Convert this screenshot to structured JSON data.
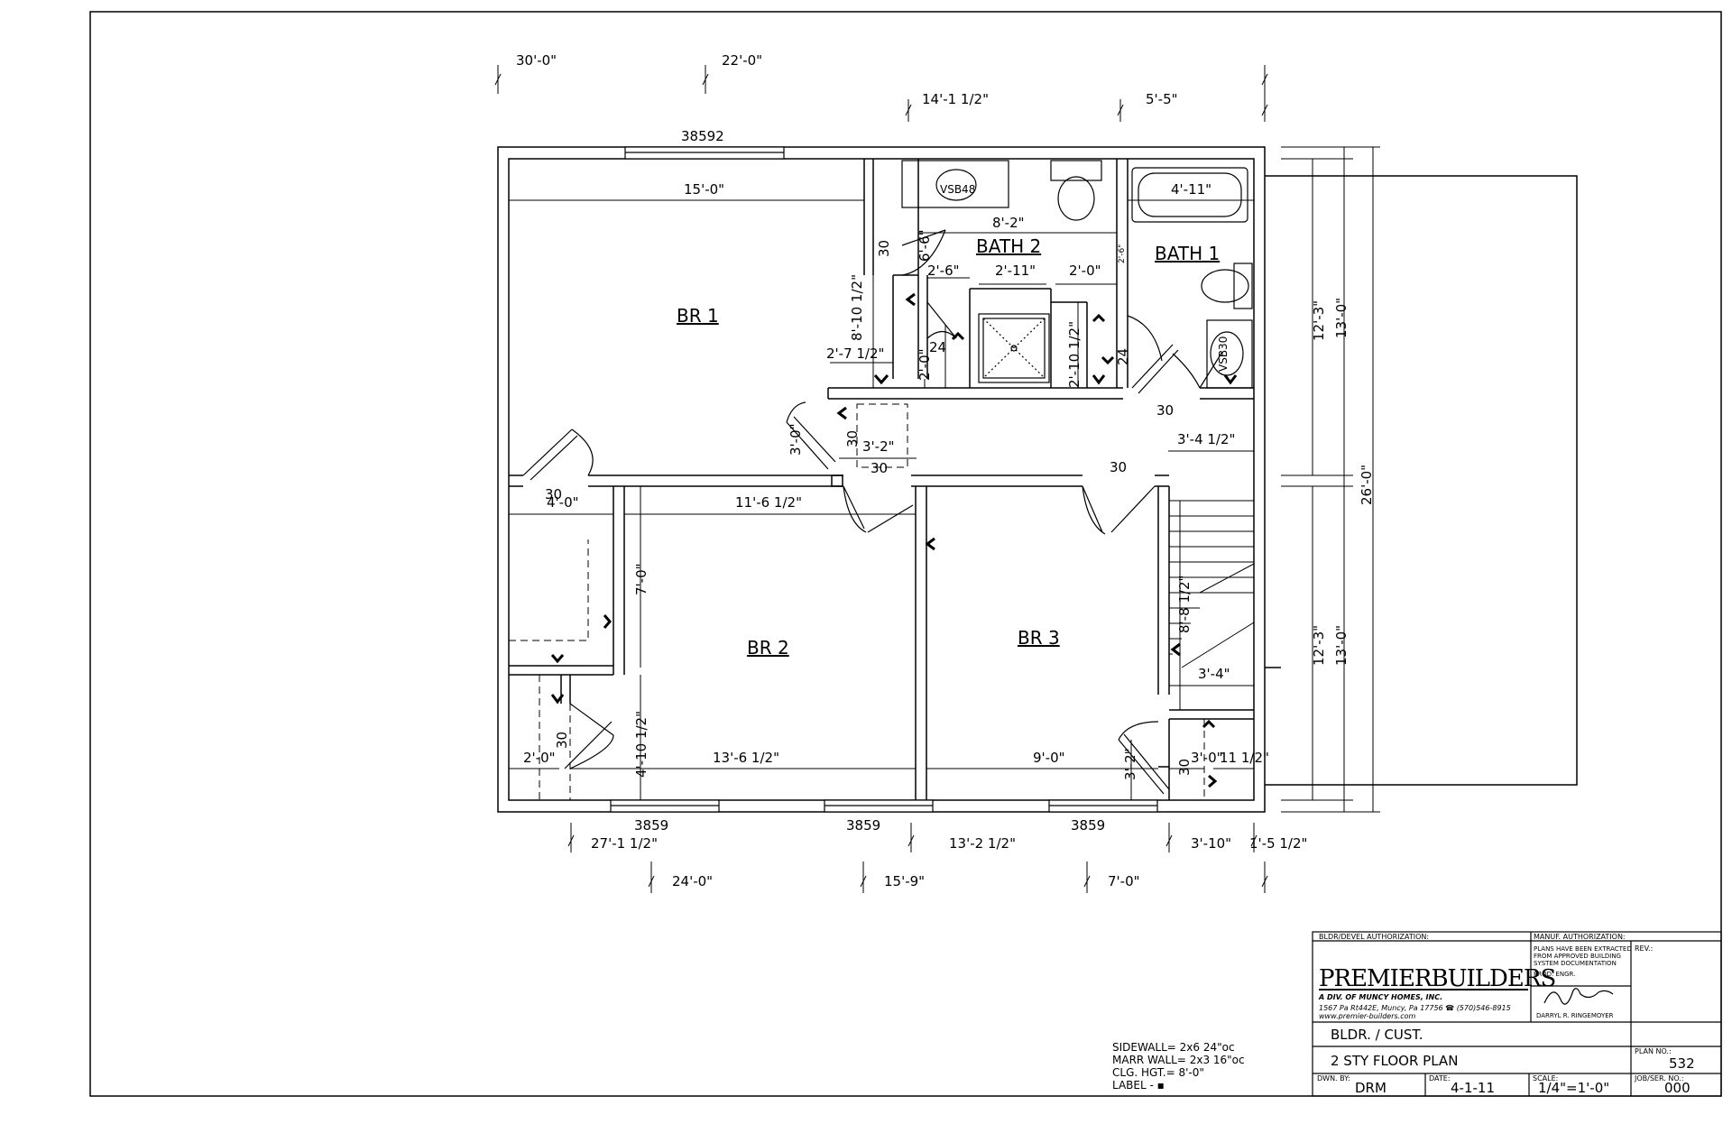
{
  "rooms": {
    "br1": "BR 1",
    "br2": "BR 2",
    "br3": "BR 3",
    "bath1": "BATH 1",
    "bath2": "BATH 2"
  },
  "fixtures": {
    "vanity_bath2": "VSB48",
    "vanity_bath1": "VSB30"
  },
  "windows": {
    "top": "38592",
    "bottom_1": "3859",
    "bottom_2": "3859",
    "bottom_3": "3859"
  },
  "dims": {
    "top_30_0": "30'-0\"",
    "top_22_0": "22'-0\"",
    "top_14_1": "14'-1 1/2\"",
    "top_5_5": "5'-5\"",
    "br1_width": "15'-0\"",
    "bath2_8_2": "8'-2\"",
    "bath1_4_11": "4'-11\"",
    "bath2_2_11": "2'-11\"",
    "bath2_2_0": "2'-0\"",
    "bath2_2_6": "2'-6\"",
    "bath2_6_6": "6'-6\"",
    "bath2_2_6b": "2'-6\"",
    "br1_8_10": "8'-10 1/2\"",
    "closet_30": "30",
    "br1_2_7": "2'-7 1/2\"",
    "hall_2_0": "2'-0\"",
    "hall_24": "24",
    "bath_2_10": "2'-10 1/2\"",
    "bath_24": "24",
    "hall_30a": "30",
    "hall_3_4": "3'-4 1/2\"",
    "hall_30b": "30",
    "linen_3_2": "3'-2\"",
    "linen_30a": "30",
    "linen_30b": "30",
    "hall_3_0": "3'-0\"",
    "right_12_3a": "12'-3\"",
    "right_13_0a": "13'-0\"",
    "right_26_0": "26'-0\"",
    "right_12_3b": "12'-3\"",
    "right_13_0b": "13'-0\"",
    "br2_closet_30": "30",
    "br2_closet_4_0": "4'-0\"",
    "br2_11_6": "11'-6 1/2\"",
    "br2_7_0": "7'-0\"",
    "stair_8_8": "8'-8 1/2\"",
    "stair_3_4": "3'-4\"",
    "br2_closet2_30": "30",
    "br2_2_0": "2'-0\"",
    "br2_4_10": "4'-10 1/2\"",
    "br2_13_6": "13'-6 1/2\"",
    "br3_9_0": "9'-0\"",
    "br3_3_2": "3'-2\"",
    "br3_30": "30",
    "br3_3_0": "3'-0\"",
    "br3_11_5": "11 1/2\"",
    "bot_27_1": "27'-1 1/2\"",
    "bot_13_2": "13'-2 1/2\"",
    "bot_3_10": "3'-10\"",
    "bot_1_5": "1'-5 1/2\"",
    "bot_24_0": "24'-0\"",
    "bot_15_9": "15'-9\"",
    "bot_7_0": "7'-0\""
  },
  "notes": {
    "sidewall": "SIDEWALL=  2x6 24\"oc",
    "marr_wall": "MARR WALL= 2x3 16\"oc",
    "clg_hgt": "CLG. HGT.=  8'-0\"",
    "label": "LABEL - ▪"
  },
  "title_block": {
    "bldr_auth": "BLDR/DEVEL AUTHORIZATION:",
    "manuf_auth": "MANUF. AUTHORIZATION:",
    "company": "PREMIERBUILDERS",
    "company_sub": "A DIV. OF MUNCY HOMES, INC.",
    "address": "1567 Pa Rt442E, Muncy, Pa  17756  ☎ (570)546-8915",
    "website": "www.premier-builders.com",
    "plans_note_1": "PLANS HAVE BEEN EXTRACTED",
    "plans_note_2": "FROM APPROVED BUILDING",
    "plans_note_3": "SYSTEM DOCUMENTATION",
    "prod_engr": "PROD. ENGR.",
    "engineer": "DARRYL R. RINGEMOYER",
    "rev_label": "REV.:",
    "customer": "BLDR. / CUST.",
    "drawing_title": "2 STY FLOOR PLAN",
    "plan_no_label": "PLAN NO.:",
    "plan_no": "532",
    "drawn_by_label": "DWN. BY:",
    "drawn_by": "DRM",
    "date_label": "DATE:",
    "date": "4-1-11",
    "scale_label": "SCALE:",
    "scale": "1/4\"=1'-0\"",
    "job_label": "JOB/SER. NO.:",
    "job_no": "000"
  }
}
